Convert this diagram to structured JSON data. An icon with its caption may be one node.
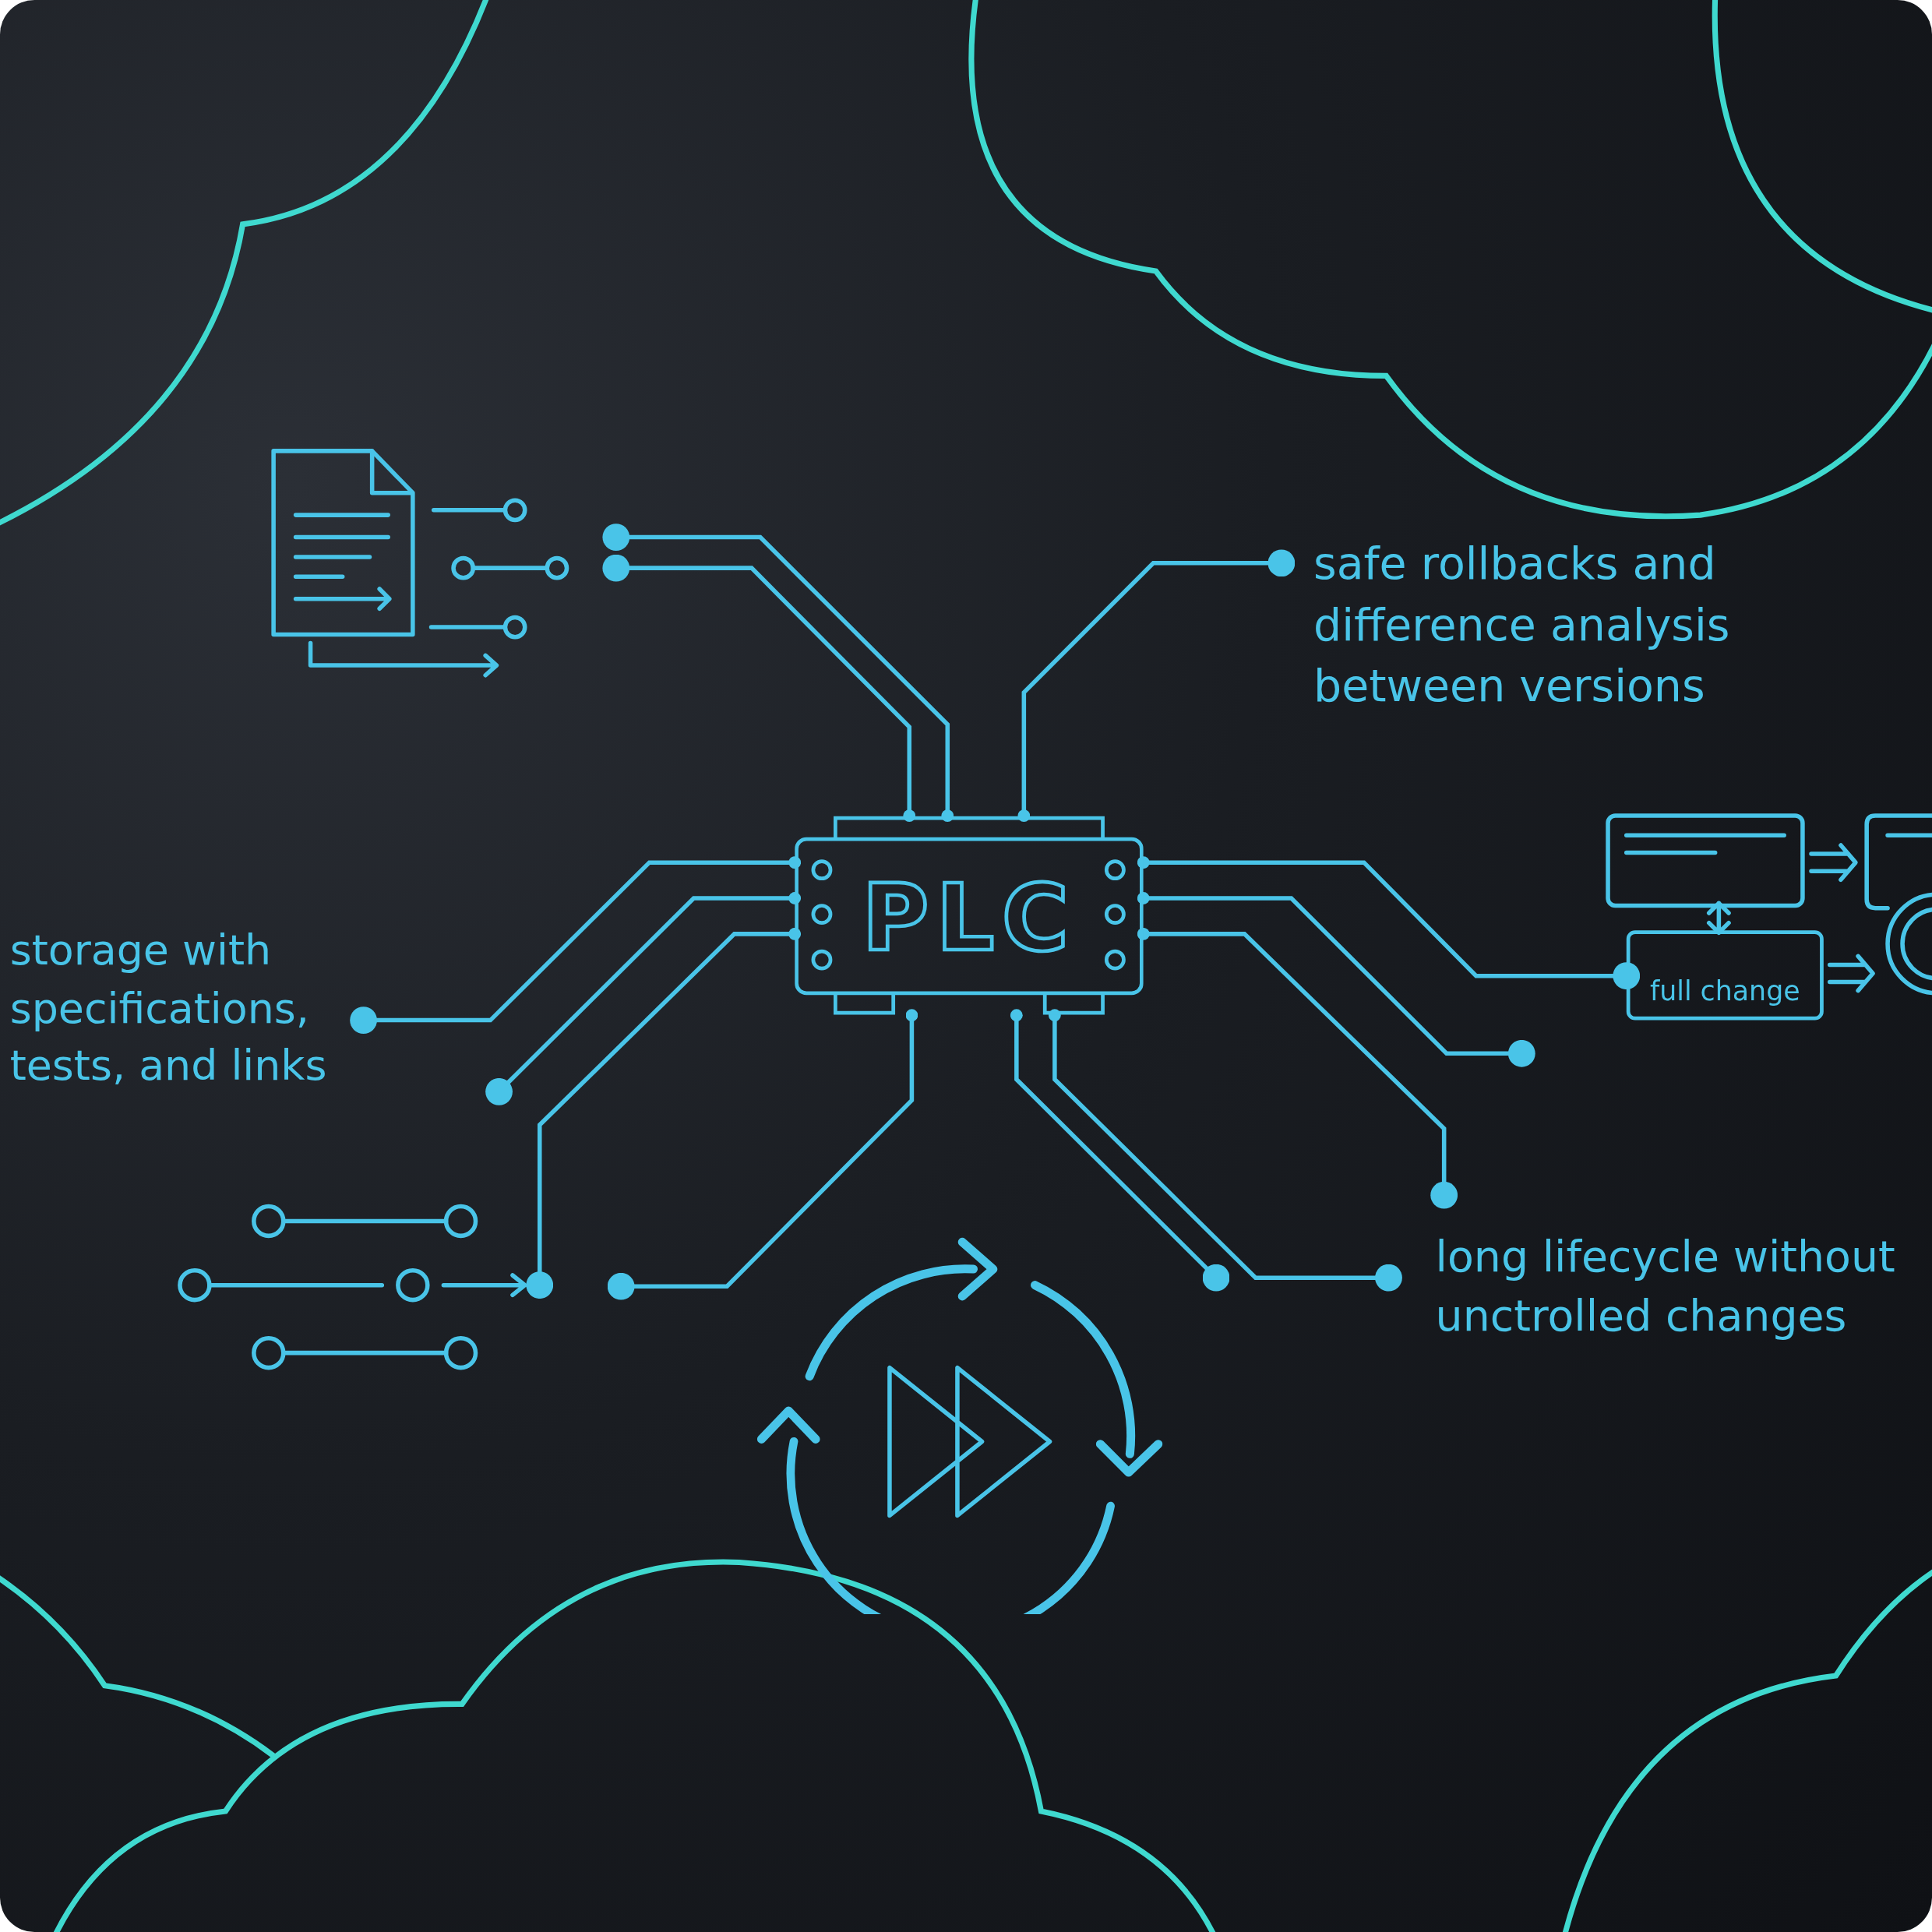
{
  "diagram": {
    "nodes": [
      {
        "text": [
          "PLC"
        ]
      },
      {
        "text": [
          "safe rollbacks and difference analysis between versions"
        ]
      },
      {
        "text": [
          "storage with specifications, tests, and links"
        ]
      },
      {
        "text": [
          "long lifecycle without unctrolled changes"
        ]
      },
      {
        "text": [
          "full change"
        ]
      }
    ],
    "edges": [
      {
        "from": 0,
        "to": null,
        "arrow": "other"
      },
      {
        "from": 0,
        "to": null,
        "arrow": "other"
      },
      {
        "from": 0,
        "to": 1,
        "arrow": "other"
      },
      {
        "from": 0,
        "to": 2,
        "arrow": "other"
      },
      {
        "from": 0,
        "to": null,
        "arrow": "other"
      },
      {
        "from": 0,
        "to": null,
        "arrow": "other"
      },
      {
        "from": 0,
        "to": null,
        "arrow": "other"
      },
      {
        "from": 0,
        "to": null,
        "arrow": "other"
      },
      {
        "from": 0,
        "to": 3,
        "arrow": "other"
      },
      {
        "from": 0,
        "to": 4,
        "arrow": "other"
      },
      {
        "from": 0,
        "to": null,
        "arrow": "other"
      },
      {
        "from": 0,
        "to": 3,
        "arrow": "other"
      }
    ]
  }
}
